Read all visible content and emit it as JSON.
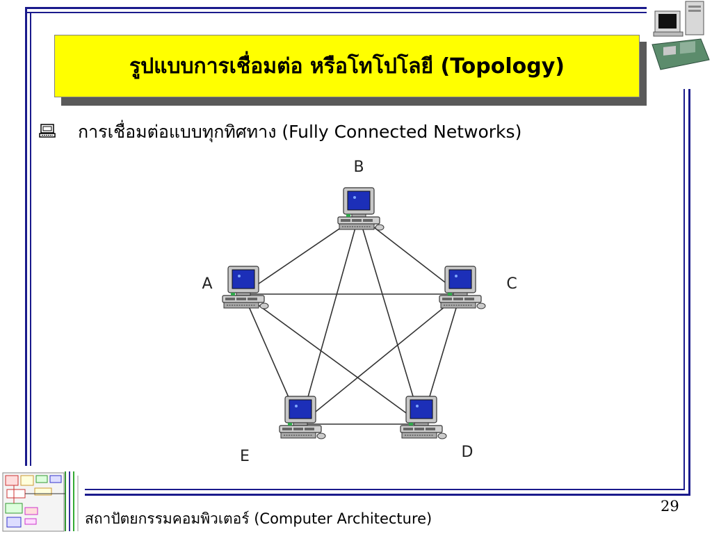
{
  "slide": {
    "title": "รูปแบบการเชื่อมต่อ หรือโทโปโลยี (Topology)",
    "bullet_text": "การเชื่อมต่อแบบทุกทิศทาง (Fully Connected Networks)",
    "footer": "สถาปัตยกรรมคอมพิวเตอร์ (Computer Architecture)",
    "page_number": "29"
  },
  "diagram": {
    "nodes": [
      {
        "id": "B",
        "label": "B"
      },
      {
        "id": "A",
        "label": "A"
      },
      {
        "id": "C",
        "label": "C"
      },
      {
        "id": "E",
        "label": "E"
      },
      {
        "id": "D",
        "label": "D"
      }
    ],
    "edges": [
      [
        "A",
        "B"
      ],
      [
        "A",
        "C"
      ],
      [
        "A",
        "D"
      ],
      [
        "A",
        "E"
      ],
      [
        "B",
        "C"
      ],
      [
        "B",
        "D"
      ],
      [
        "B",
        "E"
      ],
      [
        "C",
        "D"
      ],
      [
        "C",
        "E"
      ],
      [
        "D",
        "E"
      ]
    ]
  },
  "colors": {
    "frame": "#1a1a8c",
    "title_bg": "#ffff00",
    "screen": "#1c2fb8",
    "computer_body": "#c8c8c8"
  },
  "icons": {
    "bullet": "computer-icon",
    "node": "desktop-computer-icon"
  }
}
